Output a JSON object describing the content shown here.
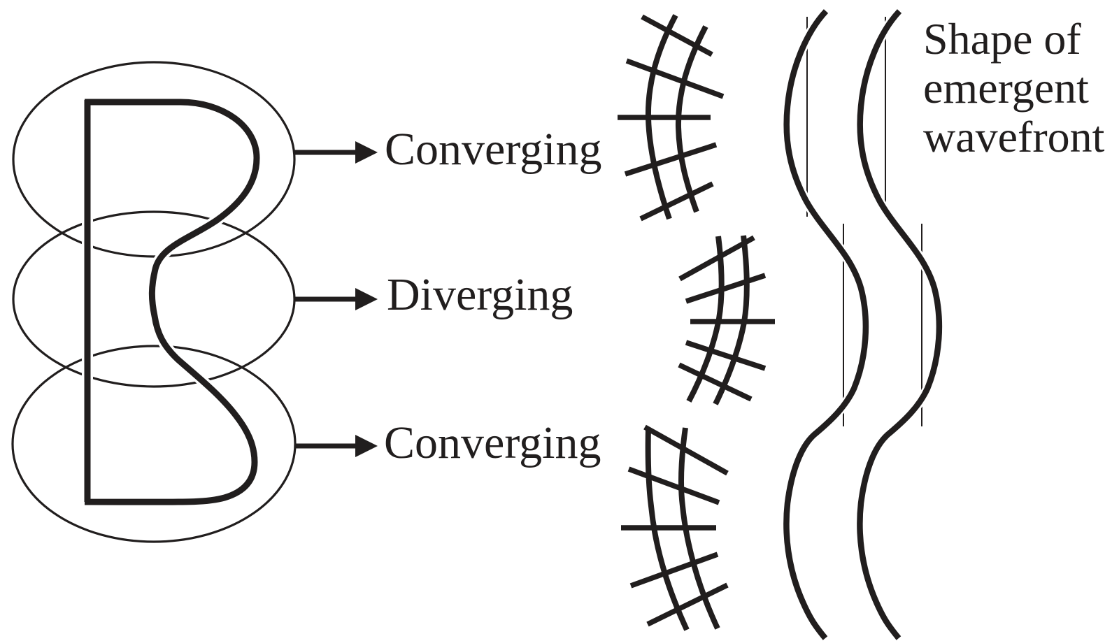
{
  "diagram": {
    "background_color": "#ffffff",
    "ink_color": "#211e1e",
    "lens_region_labels": {
      "top": "Converging",
      "middle": "Diverging",
      "bottom": "Converging"
    },
    "emergent_wavefront_caption": {
      "full_text": "Shape of emergent wavefront",
      "lines": [
        "Shape of",
        "emergent",
        "wavefront"
      ]
    }
  }
}
